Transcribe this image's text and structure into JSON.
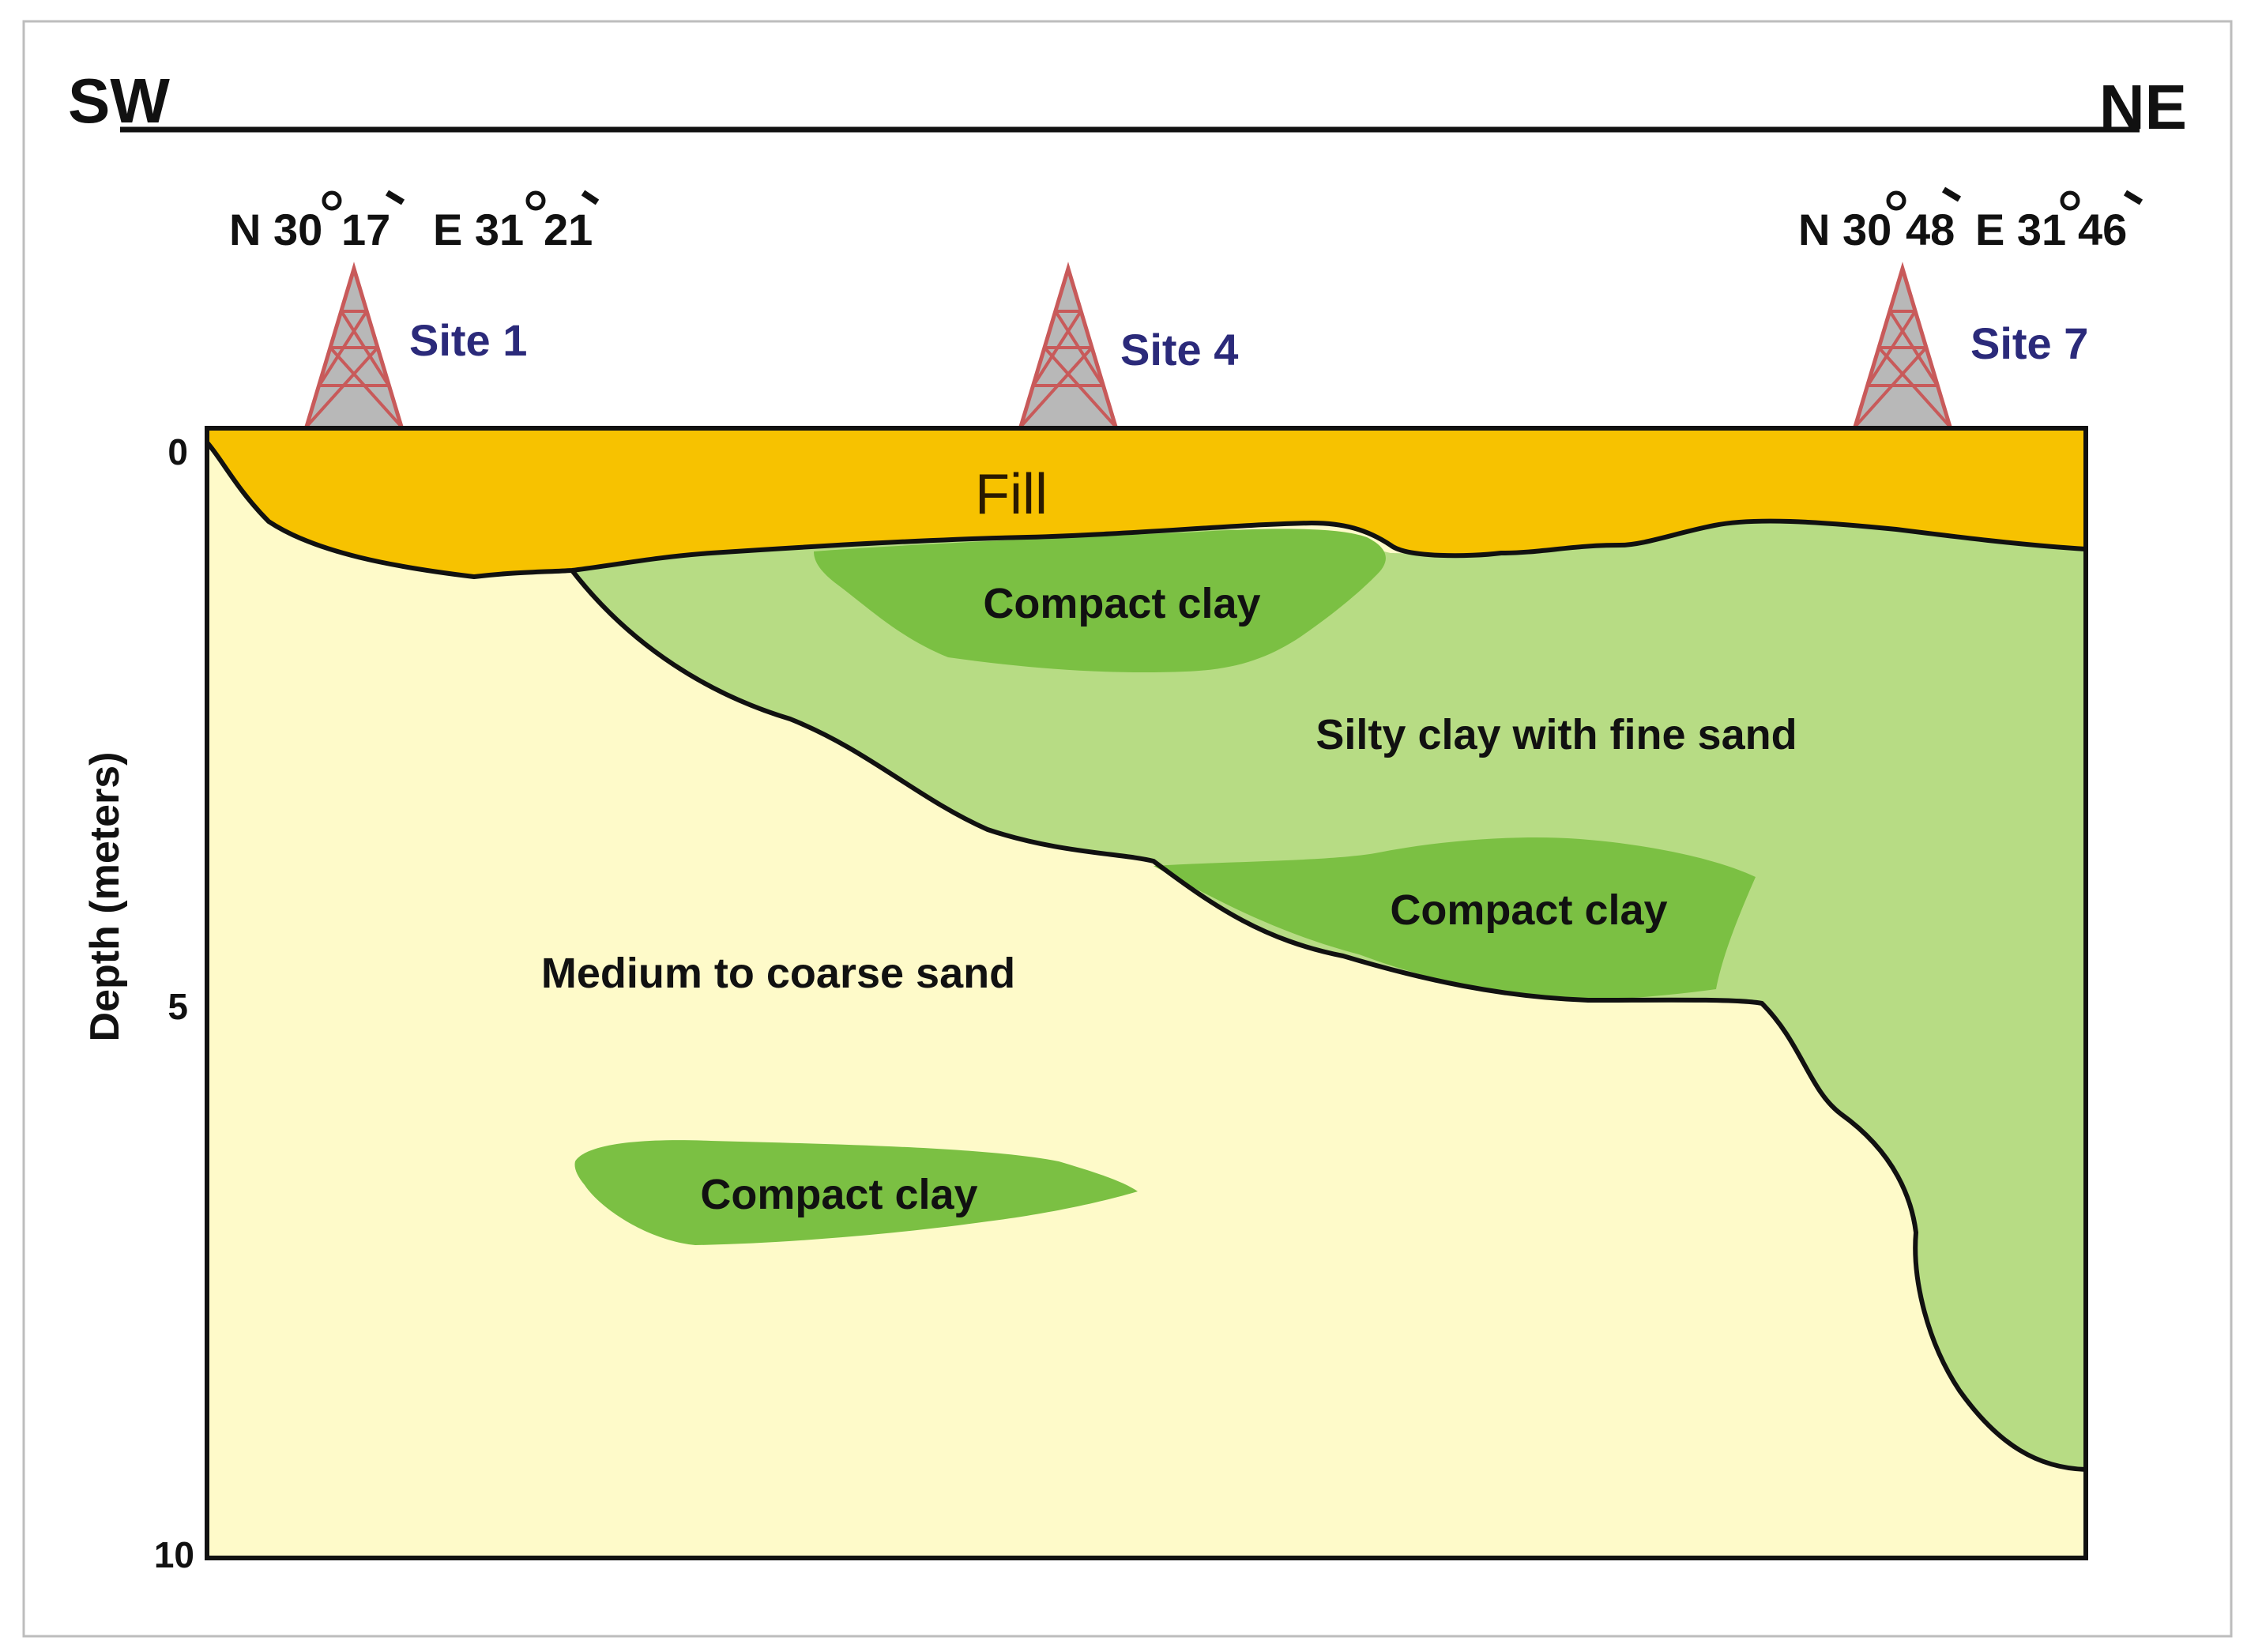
{
  "directions": {
    "left": "SW",
    "right": "NE"
  },
  "coordinates": {
    "left": {
      "lat": "N 30",
      "lat_min": "17",
      "lon": "E 31",
      "lon_min": "21"
    },
    "right": {
      "lat": "N 30",
      "lat_min": "48",
      "lon": "E 31",
      "lon_min": "46"
    }
  },
  "sites": [
    {
      "label": "Site 1"
    },
    {
      "label": "Site 4"
    },
    {
      "label": "Site 7"
    }
  ],
  "units": {
    "fill": "Fill",
    "compact_clay_top": "Compact clay",
    "silty_clay": "Silty clay with fine sand",
    "compact_clay_mid": "Compact clay",
    "sand": "Medium to coarse sand",
    "compact_clay_low": "Compact clay"
  },
  "axis": {
    "title": "Depth (meters)",
    "ticks": [
      "0",
      "5",
      "10"
    ]
  },
  "colors": {
    "fill": "#f7c200",
    "sand": "#fefac9",
    "silty_clay": "#b7dc84",
    "compact_clay": "#7bc043",
    "site_label": "#2b2a7a",
    "tower_frame": "#c85a5a",
    "tower_fill": "#b8b8b8"
  },
  "icons": {
    "tower": "drill-rig-icon"
  }
}
